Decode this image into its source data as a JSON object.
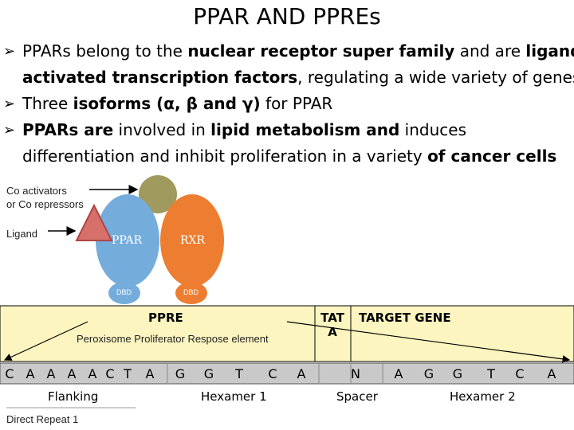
{
  "slide": {
    "title": "PPAR AND PPREs",
    "bullets": [
      {
        "line1_a": "PPARs belong to the ",
        "line1_b": "nuclear receptor super family",
        "line1_c": " and are ",
        "line1_d": "ligand",
        "line2_a": "activated transcription factors",
        "line2_b": ", regulating a wide variety of genes"
      },
      {
        "a": "Three ",
        "b": "isoforms (α, β and γ)",
        "c": " for PPAR"
      },
      {
        "line1_a": "PPARs are",
        "line1_b": " involved in ",
        "line1_c": "lipid metabolism and",
        "line1_d": " induces",
        "line2_a": "differentiation and inhibit proliferation in a variety ",
        "line2_b": "of cancer cells"
      }
    ]
  },
  "diagram": {
    "coactivators_label": "Co activators\nor Co repressors",
    "ligand_label": "Ligand",
    "ppar_label": "PPAR",
    "rxr_label": "RXR",
    "dbd_left": "DBD",
    "dbd_right": "DBD",
    "ppre_label": "PPRE",
    "ppre_full": "Peroxisome Proliferator Respose element",
    "tata_label": "TAT\nA",
    "target_gene_label": "TARGET GENE",
    "sequence": [
      "C",
      "A",
      "A",
      "A",
      "A",
      "C",
      "T",
      "A",
      "G",
      "G",
      "T",
      "C",
      "A",
      "N",
      "A",
      "G",
      "G",
      "T",
      "C",
      "A"
    ],
    "flanking_label": "Flanking",
    "hexamer1_label": "Hexamer 1",
    "spacer_label": "Spacer",
    "hexamer2_label": "Hexamer 2",
    "direct_repeat_label": "Direct Repeat 1",
    "colors": {
      "coactivator": "#a09a5e",
      "ppar": "#74acdc",
      "rxr": "#ed7d31",
      "ligand": "#d6706a",
      "dna_band": "#fdf5c0",
      "seq_fill": "#c9c9c9"
    }
  }
}
